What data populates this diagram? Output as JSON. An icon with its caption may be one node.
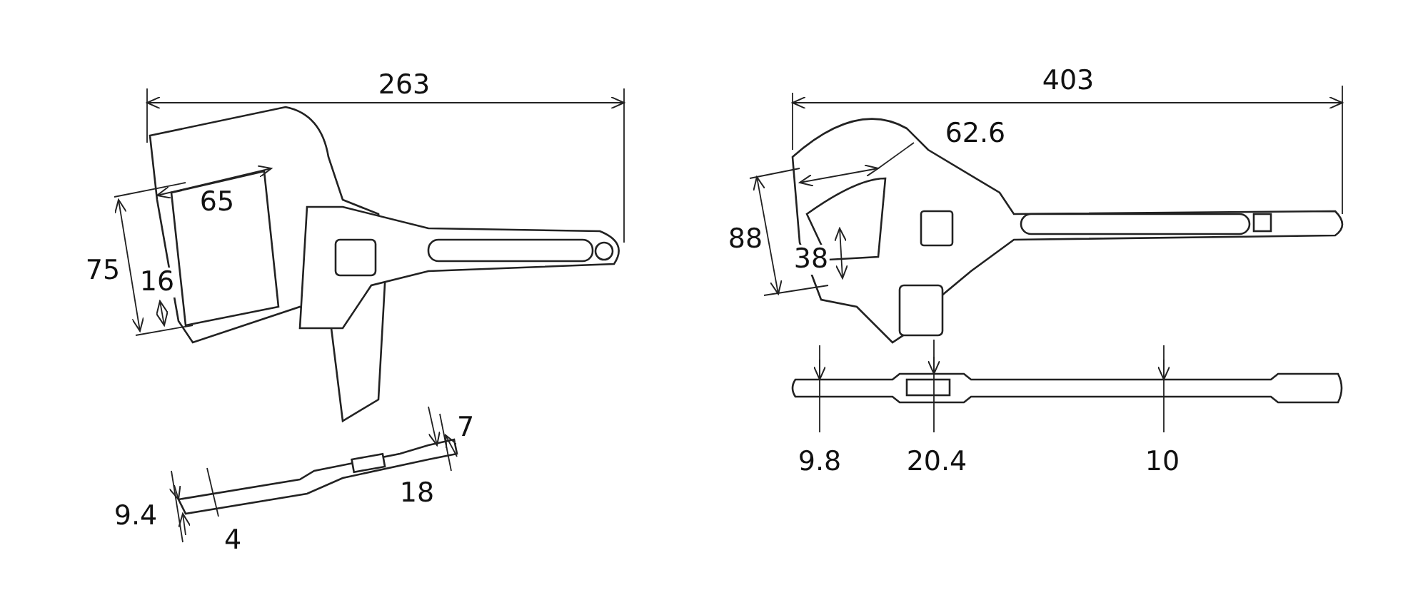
{
  "diagram": {
    "labels": [
      "263",
      "65",
      "75",
      "16",
      "7",
      "18",
      "9.4",
      "4",
      "403",
      "62.6",
      "88",
      "38",
      "9.8",
      "20.4",
      "10"
    ]
  }
}
